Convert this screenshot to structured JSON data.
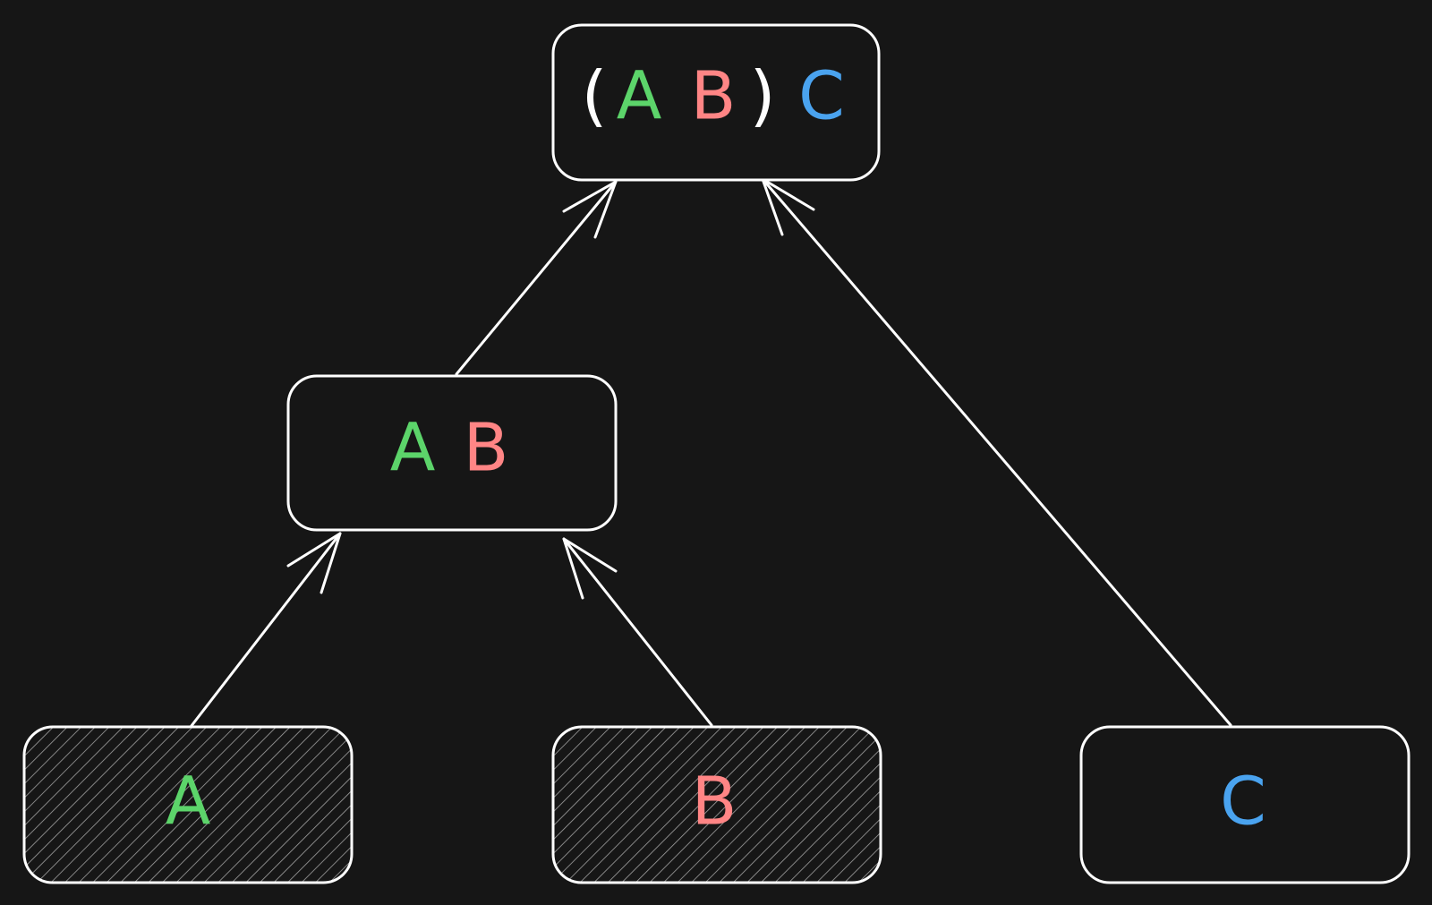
{
  "colors": {
    "background": "#161616",
    "stroke": "#ffffff",
    "a": "#5cd46a",
    "b": "#ff8585",
    "c": "#4aa3ef",
    "paren": "#ffffff"
  },
  "nodes": {
    "root": {
      "paren_open": "(",
      "a": "A",
      "b": "B",
      "paren_close": ")",
      "c": "C"
    },
    "ab": {
      "a": "A",
      "b": "B"
    },
    "leaf_a": {
      "label": "A",
      "hatched": true
    },
    "leaf_b": {
      "label": "B",
      "hatched": true
    },
    "leaf_c": {
      "label": "C",
      "hatched": false
    }
  },
  "edges": [
    {
      "from": "ab",
      "to": "root"
    },
    {
      "from": "leaf_c",
      "to": "root"
    },
    {
      "from": "leaf_a",
      "to": "ab"
    },
    {
      "from": "leaf_b",
      "to": "ab"
    }
  ]
}
